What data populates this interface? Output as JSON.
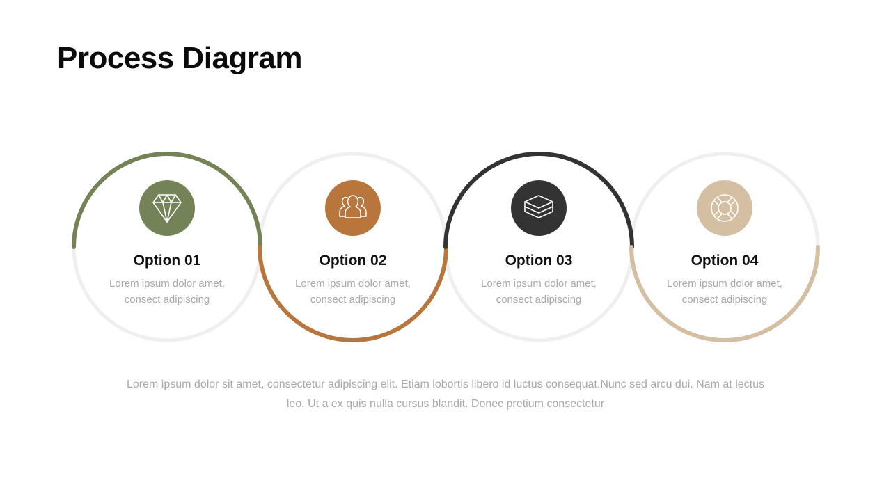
{
  "title": "Process Diagram",
  "steps": [
    {
      "label": "Option 01",
      "description": "Lorem ipsum dolor amet, consect adipiscing",
      "icon": "diamond-icon",
      "color": "#748258",
      "arc": "top"
    },
    {
      "label": "Option 02",
      "description": "Lorem ipsum dolor amet, consect adipiscing",
      "icon": "users-icon",
      "color": "#B8763D",
      "arc": "bottom"
    },
    {
      "label": "Option 03",
      "description": "Lorem ipsum dolor amet, consect adipiscing",
      "icon": "layers-icon",
      "color": "#333333",
      "arc": "top"
    },
    {
      "label": "Option 04",
      "description": "Lorem ipsum dolor amet, consect adipiscing",
      "icon": "lifebuoy-icon",
      "color": "#D4BFA2",
      "arc": "bottom"
    }
  ],
  "ring_color": "#EFEFEF",
  "footer": "Lorem ipsum dolor sit amet, consectetur adipiscing elit. Etiam lobortis libero id luctus consequat.Nunc sed arcu dui. Nam at lectus leo. Ut a ex quis nulla cursus blandit. Donec pretium consectetur"
}
